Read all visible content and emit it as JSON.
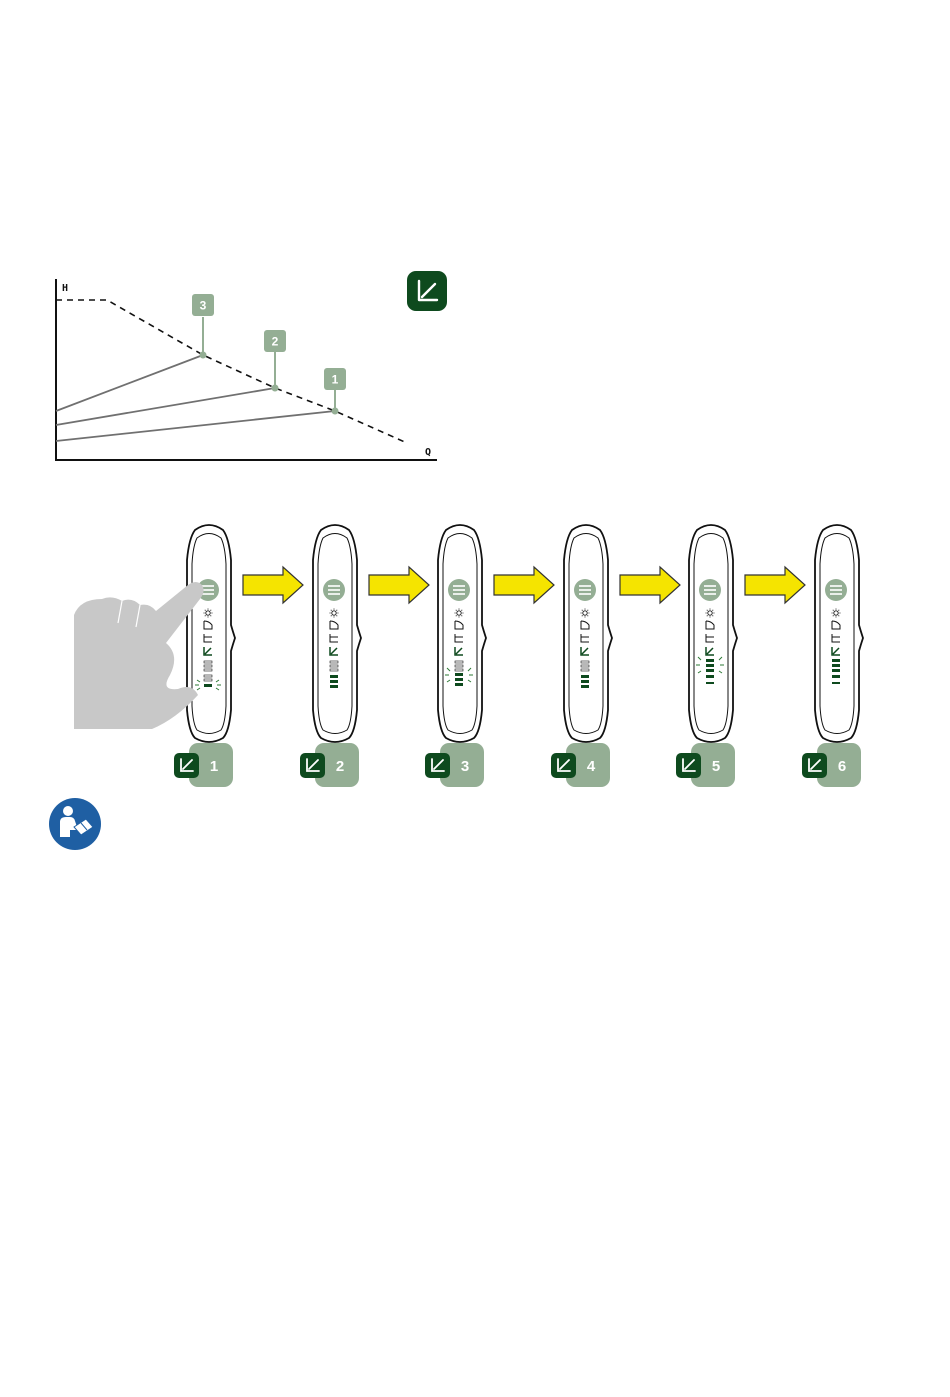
{
  "graph": {
    "y_axis_label": "H",
    "x_axis_label": "Q",
    "curve_tags": [
      "3",
      "2",
      "1"
    ]
  },
  "mode_icon": "proportional-pressure-icon",
  "panel": {
    "menu_icon": "menu-icon",
    "mode_icons": [
      "sun-icon",
      "constant-curve-icon",
      "constant-pressure-icon",
      "proportional-pressure-icon",
      "speed-bars-icon"
    ],
    "steps": [
      {
        "label": "1"
      },
      {
        "label": "2"
      },
      {
        "label": "3"
      },
      {
        "label": "4"
      },
      {
        "label": "5"
      },
      {
        "label": "6"
      }
    ]
  },
  "manual_icon": "read-manual-icon",
  "colors": {
    "dark_green": "#0e4a1e",
    "sage": "#94ae94",
    "arrow_yellow": "#f5e400",
    "hand_gray": "#c8c8c8",
    "manual_blue": "#1f5fa3"
  }
}
